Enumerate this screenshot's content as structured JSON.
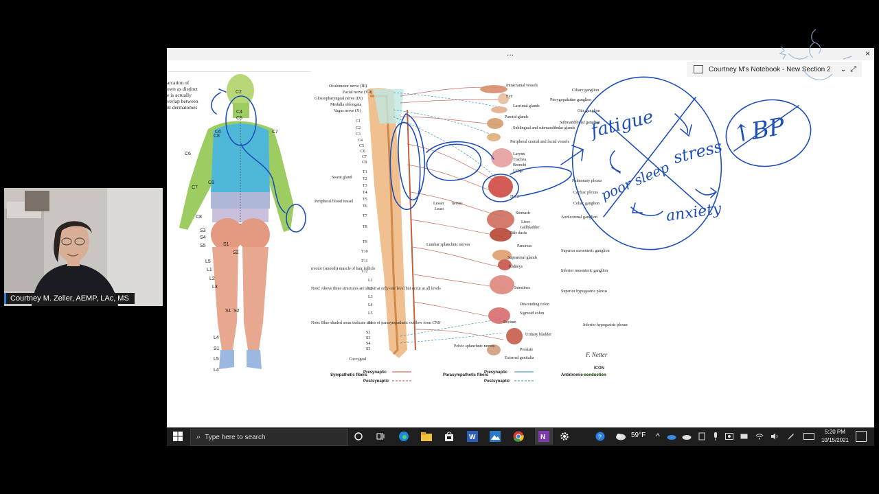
{
  "meeting": {
    "participant_name": "Courtney M. Zeller, AEMP, LAc, MS"
  },
  "window": {
    "title_dots": "...",
    "close_glyph": "×"
  },
  "onenote": {
    "notebook_title": "Courtney M's Notebook - New Section 2",
    "chevron_glyph": "⌄",
    "expand_glyph": "⤢"
  },
  "dermatome_figure": {
    "caption_lines": [
      "arcation of",
      "own as distinct",
      "e is actually",
      "verlap between",
      "nt dermatomes"
    ],
    "level_labels": [
      "C2",
      "C4",
      "C5",
      "C6",
      "C7",
      "C8",
      "C8",
      "C6",
      "C7",
      "C8",
      "S3",
      "S4",
      "S5",
      "S1",
      "S2",
      "L5",
      "L1",
      "L2",
      "L3",
      "S1",
      "S2",
      "L4",
      "S1",
      "L5",
      "L4"
    ]
  },
  "autonomic_figure": {
    "cranial_nerves": [
      "Oculomotor nerve (III)",
      "Facial nerve (VII)",
      "Glossopharyngeal nerve (IX)",
      "Medulla oblongata",
      "Vagus nerve (X)"
    ],
    "spinal_levels": [
      "C1",
      "C2",
      "C3",
      "C4",
      "C5",
      "C6",
      "C7",
      "C8",
      "T1",
      "T2",
      "T3",
      "T4",
      "T5",
      "T6",
      "T7",
      "T8",
      "T9",
      "T10",
      "T11",
      "T12",
      "L1",
      "L2",
      "L3",
      "L4",
      "L5",
      "S1",
      "S2",
      "S3",
      "S4",
      "S5",
      "Coccygeal"
    ],
    "left_labels": [
      "Sweat gland",
      "Peripheral blood vessel",
      "Lesser",
      "Least",
      "nerves",
      "Lumbar splanchnic nerves",
      "rrector (smooth) muscle of hair follicle",
      "Note: Above three structures are shown at only one level but occur at all levels",
      "Note: Blue-shaded areas indicate zones of parasympathetic outflow from CNS"
    ],
    "right_labels": [
      "Intracranial vessels",
      "Eye",
      "Lacrimal glands",
      "Parotid glands",
      "Sublingual and submandibular glands",
      "Peripheral cranial and facial vessels",
      "Larynx",
      "Trachea",
      "Bronchi",
      "Lungs",
      "Heart",
      "Stomach",
      "Liver",
      "Gallbladder",
      "Bile ducts",
      "Pancreas",
      "Suprarenal glands",
      "Kidneys",
      "Intestines",
      "Descending colon",
      "Sigmoid colon",
      "Rectum",
      "Urinary bladder",
      "Prostate",
      "External genitalia",
      "Pelvic splanchnic nerves"
    ],
    "ganglia_labels": [
      "Ciliary ganglion",
      "Pterygopalatine ganglion",
      "Otic ganglion",
      "Submandibular ganglion",
      "Pulmonary plexus",
      "Cardiac plexus",
      "Celiac ganglion",
      "Aorticorenal ganglion",
      "Superior mesenteric ganglion",
      "Inferior mesenteric ganglion",
      "Superior hypogastric plexus",
      "Inferior hypogastric plexus"
    ],
    "legend": {
      "sympathetic": "Sympathetic fibers",
      "parasympathetic": "Parasympathetic fibers",
      "presynaptic": "Presynaptic",
      "postsynaptic": "Postsynaptic",
      "antidromic": "Antidromic conduction"
    },
    "signature": "F. Netter",
    "publisher": "ICON"
  },
  "annotations": {
    "ink_color": "#1f4fb8",
    "words": [
      "fatigue",
      "stress",
      "poor sleep",
      "anxiety",
      "↑BP"
    ]
  },
  "taskbar": {
    "search_placeholder": "Type here to search",
    "weather": "59°F",
    "time": "5:20 PM",
    "date": "10/15/2021",
    "pinned_apps": [
      "task-view",
      "timeline",
      "edge",
      "file-explorer",
      "store",
      "word",
      "photos",
      "chrome",
      "onenote",
      "settings"
    ]
  }
}
